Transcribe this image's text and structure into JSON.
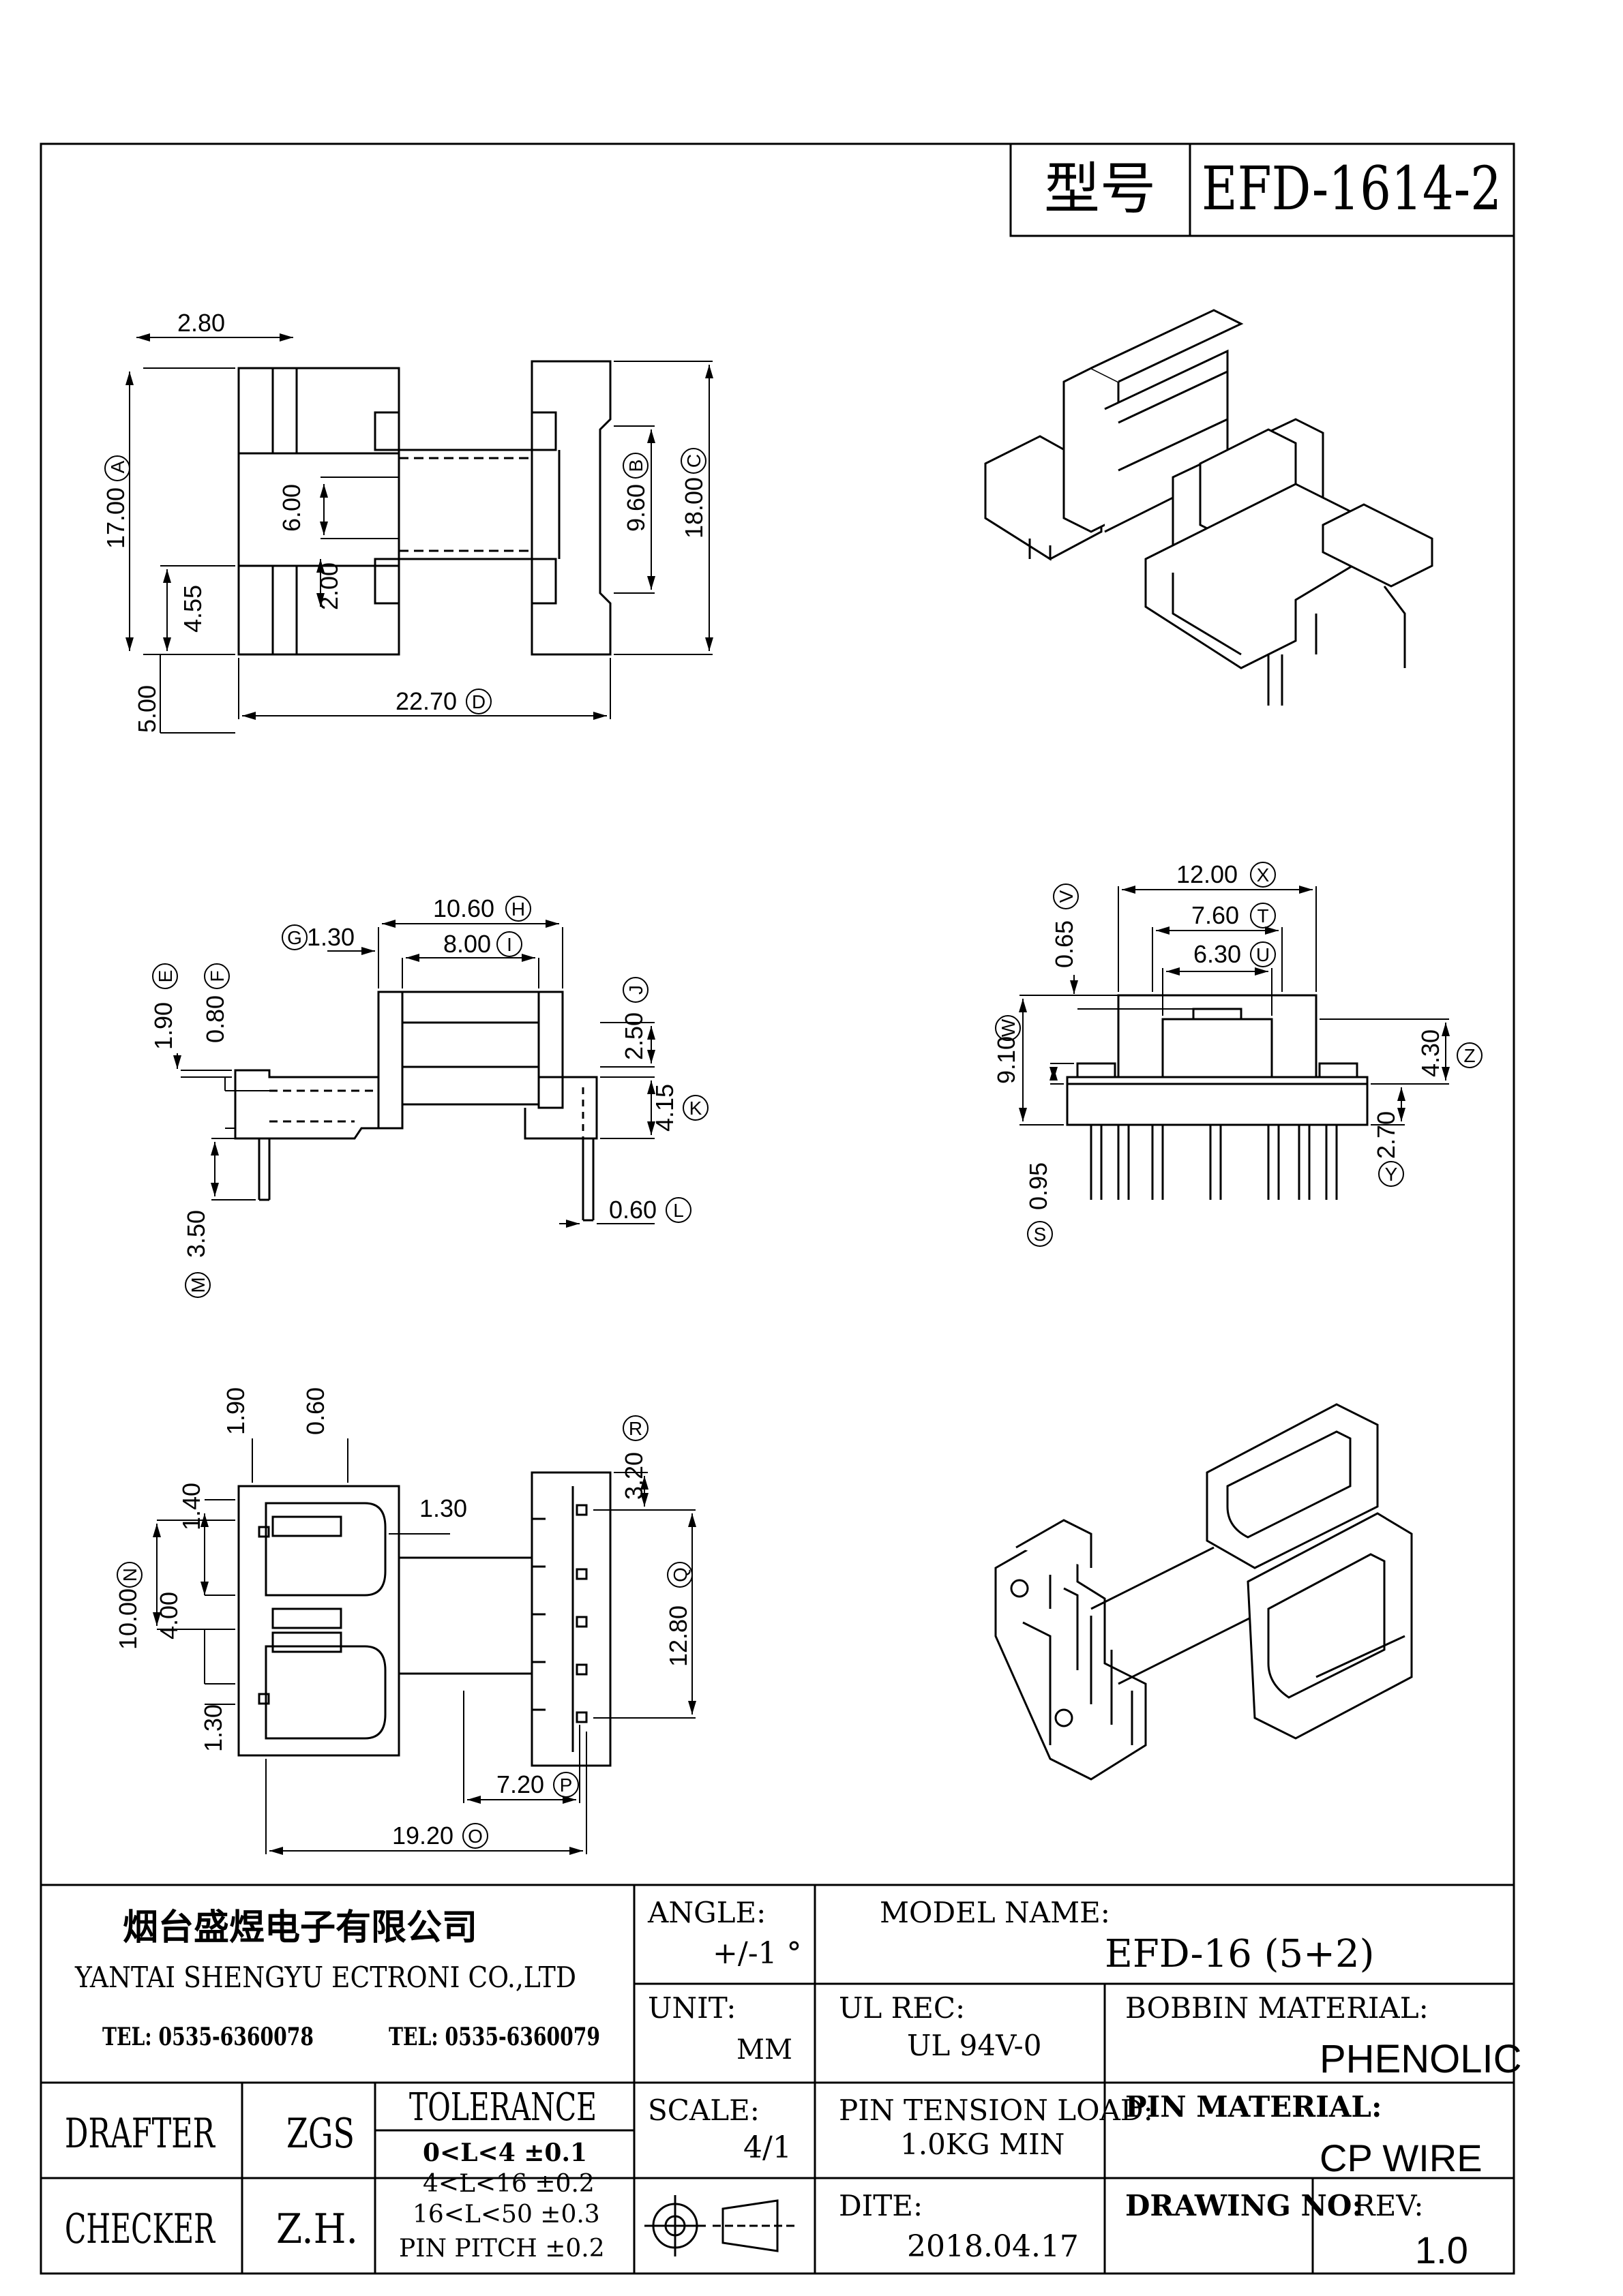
{
  "title_block": {
    "model_label": "型号",
    "model_number": "EFD-1614-2"
  },
  "views": {
    "top": {
      "dims": {
        "w280": "2.80",
        "a": "17.00",
        "a_tag": "A",
        "d600": "6.00",
        "d200": "2.00",
        "d455": "4.55",
        "d500": "5.00",
        "d": "22.70",
        "d_tag": "D",
        "b": "9.60",
        "b_tag": "B",
        "c": "18.00",
        "c_tag": "C"
      }
    },
    "side": {
      "dims": {
        "h": "10.60",
        "h_tag": "H",
        "g": "1.30",
        "g_tag": "G",
        "i": "8.00",
        "i_tag": "I",
        "e": "1.90",
        "e_tag": "E",
        "f": "0.80",
        "f_tag": "F",
        "j": "2.50",
        "j_tag": "J",
        "k": "4.15",
        "k_tag": "K",
        "l": "0.60",
        "l_tag": "L",
        "m": "3.50",
        "m_tag": "M"
      }
    },
    "end": {
      "dims": {
        "x": "12.00",
        "x_tag": "X",
        "v": "0.65",
        "v_tag": "V",
        "t": "7.60",
        "t_tag": "T",
        "u": "6.30",
        "u_tag": "U",
        "w": "9.10",
        "w_tag": "W",
        "z": "4.30",
        "z_tag": "Z",
        "y": "2.70",
        "y_tag": "Y",
        "s": "0.95",
        "s_tag": "S"
      }
    },
    "bottom": {
      "dims": {
        "d190": "1.90",
        "d060": "0.60",
        "r": "3.20",
        "r_tag": "R",
        "d130a": "1.30",
        "d140": "1.40",
        "n": "10.00",
        "n_tag": "N",
        "d400": "4.00",
        "q": "12.80",
        "q_tag": "Q",
        "d130b": "1.30",
        "p": "7.20",
        "p_tag": "P",
        "o": "19.20",
        "o_tag": "O"
      }
    }
  },
  "footer": {
    "company_cn": "烟台盛煜电子有限公司",
    "company_en": "YANTAI SHENGYU ECTRONI CO.,LTD",
    "tel1": "TEL: 0535-6360078",
    "tel2": "TEL: 0535-6360079",
    "angle_label": "ANGLE:",
    "angle_value": "+/-1 °",
    "model_name_label": "MODEL NAME:",
    "model_name_value": "EFD-16 (5+2)",
    "unit_label": "UNIT:",
    "unit_value": "MM",
    "ul_label": "UL REC:",
    "ul_value": "UL 94V-0",
    "bobbin_label": "BOBBIN MATERIAL:",
    "bobbin_value": "PHENOLIC",
    "drafter_label": "DRAFTER",
    "drafter_value": "ZGS",
    "tolerance_label": "TOLERANCE",
    "tol_rows": [
      "0<L<4    ±0.1",
      "4<L<16   ±0.2",
      "16<L<50   ±0.3",
      "PIN PITCH  ±0.2"
    ],
    "scale_label": "SCALE:",
    "scale_value": "4/1",
    "pin_tension_label": "PIN TENSION LOAD:",
    "pin_tension_value": "1.0KG MIN",
    "pin_material_label": "PIN MATERIAL:",
    "pin_material_value": "CP  WIRE",
    "checker_label": "CHECKER",
    "checker_value": "Z.H.",
    "date_label": "DITE:",
    "date_value": "2018.04.17",
    "drawing_no_label": "DRAWING NO:",
    "rev_label": "REV:",
    "rev_value": "1.0"
  }
}
